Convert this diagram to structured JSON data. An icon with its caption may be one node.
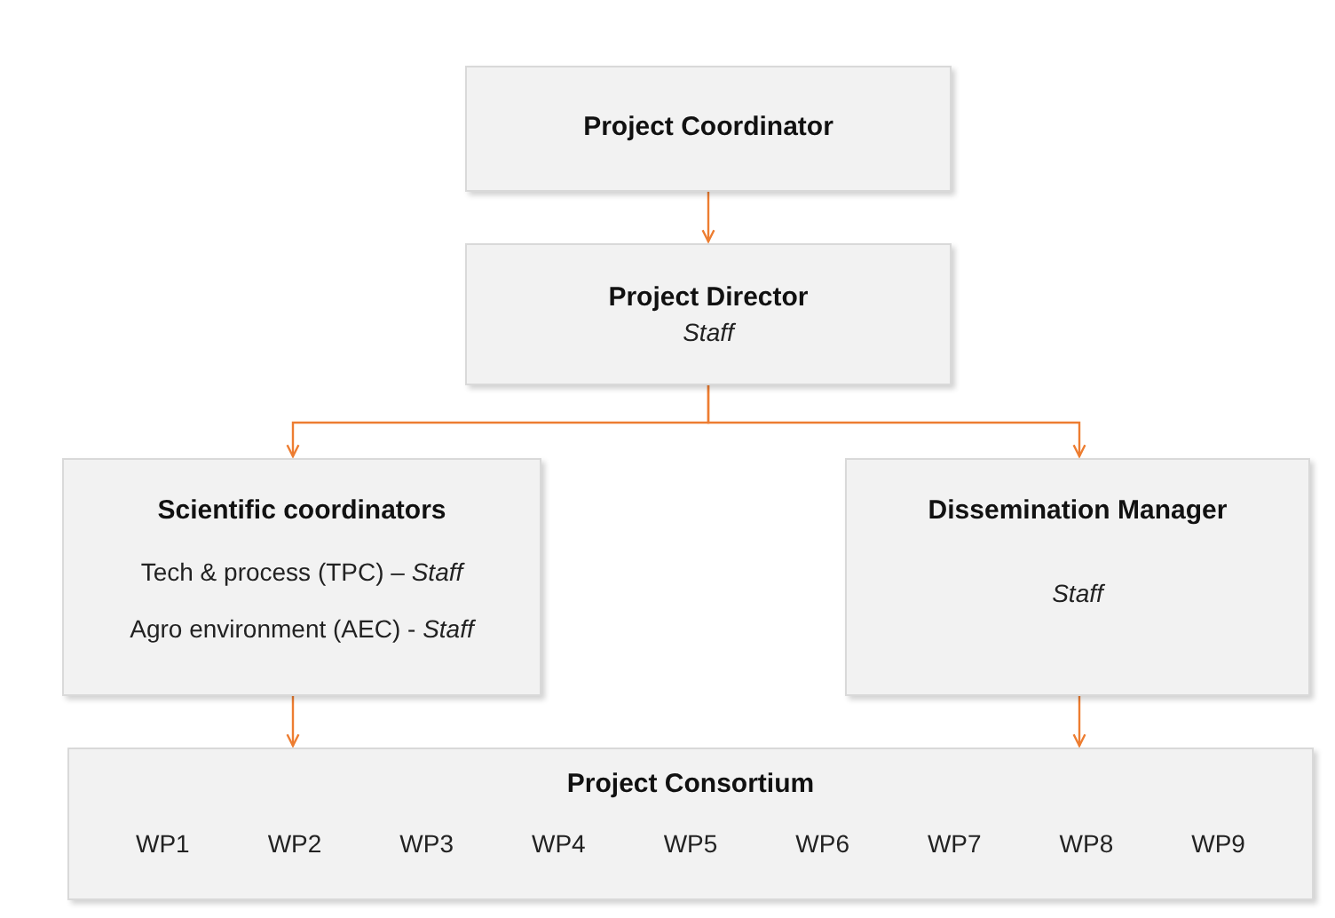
{
  "diagram": {
    "nodes": [
      {
        "text": [
          "Project Coordinator"
        ]
      },
      {
        "text": [
          "Project Director",
          "Staff"
        ]
      },
      {
        "text": [
          "Scientific coordinators",
          "Tech & process (TPC) – *Staff*",
          "Agro environment (AEC) - *Staff*"
        ]
      },
      {
        "text": [
          "Dissemination Manager",
          "Staff"
        ]
      },
      {
        "text": [
          "Project Consortium",
          "WP1",
          "WP2",
          "WP3",
          "WP4",
          "WP5",
          "WP6",
          "WP7",
          "WP8",
          "WP9"
        ]
      }
    ],
    "edges": [
      {
        "from": 0,
        "to": 1,
        "arrow": "to"
      },
      {
        "from": 1,
        "to": 2,
        "arrow": "to"
      },
      {
        "from": 1,
        "to": 3,
        "arrow": "to"
      },
      {
        "from": 2,
        "to": 4,
        "arrow": "to"
      },
      {
        "from": 3,
        "to": 4,
        "arrow": "to"
      }
    ]
  }
}
